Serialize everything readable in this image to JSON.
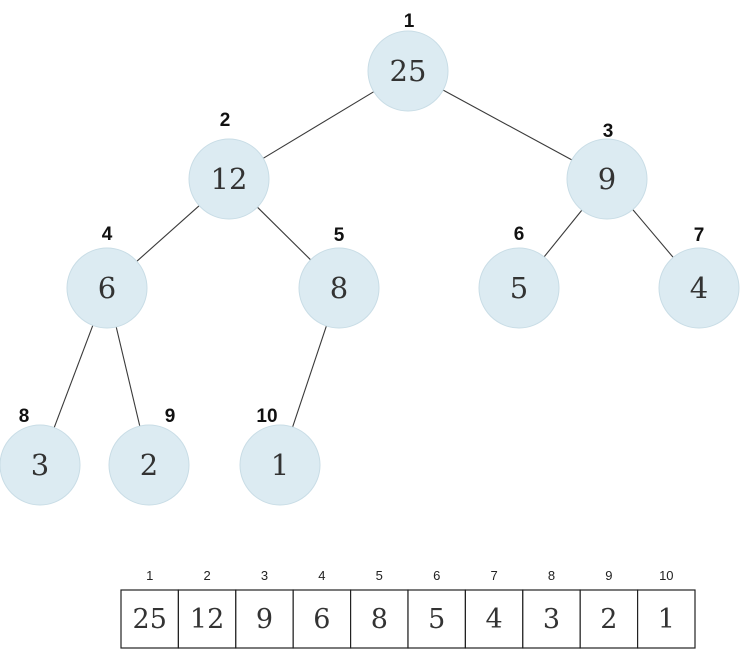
{
  "heap": {
    "nodes": [
      {
        "index": "1",
        "value": "25"
      },
      {
        "index": "2",
        "value": "12"
      },
      {
        "index": "3",
        "value": "9"
      },
      {
        "index": "4",
        "value": "6"
      },
      {
        "index": "5",
        "value": "8"
      },
      {
        "index": "6",
        "value": "5"
      },
      {
        "index": "7",
        "value": "4"
      },
      {
        "index": "8",
        "value": "3"
      },
      {
        "index": "9",
        "value": "2"
      },
      {
        "index": "10",
        "value": "1"
      }
    ],
    "edges": [
      [
        "1",
        "2"
      ],
      [
        "1",
        "3"
      ],
      [
        "2",
        "4"
      ],
      [
        "2",
        "5"
      ],
      [
        "3",
        "6"
      ],
      [
        "3",
        "7"
      ],
      [
        "4",
        "8"
      ],
      [
        "4",
        "9"
      ],
      [
        "5",
        "10"
      ]
    ]
  },
  "array": {
    "indices": [
      "1",
      "2",
      "3",
      "4",
      "5",
      "6",
      "7",
      "8",
      "9",
      "10"
    ],
    "values": [
      "25",
      "12",
      "9",
      "6",
      "8",
      "5",
      "4",
      "3",
      "2",
      "1"
    ]
  }
}
